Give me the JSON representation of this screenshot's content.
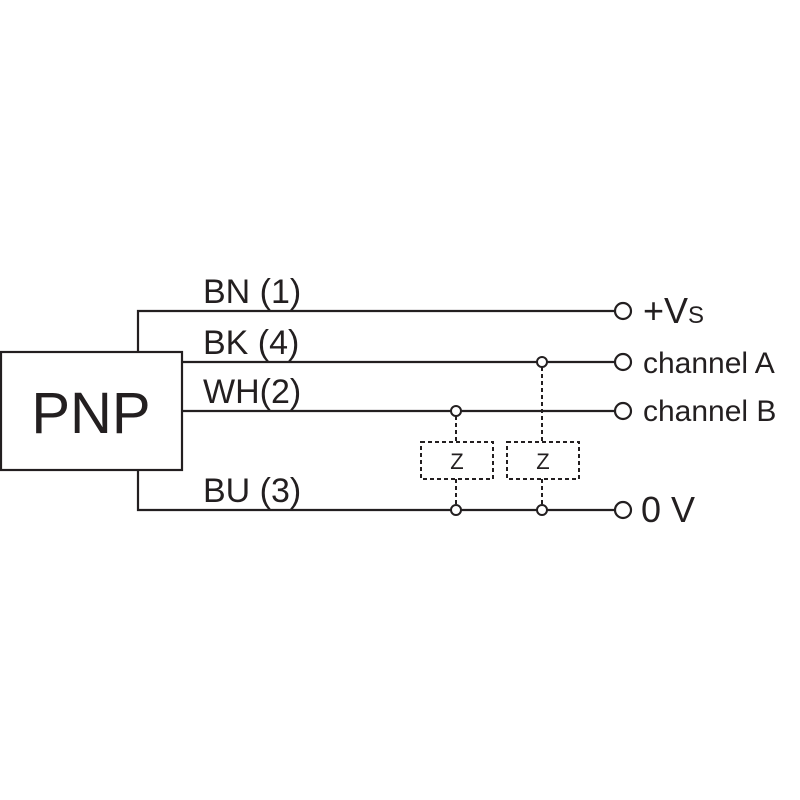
{
  "sensor": {
    "label": "PNP"
  },
  "wires": [
    {
      "id": "bn",
      "label": "BN (1)",
      "terminal": "+V",
      "terminal_sub": "S"
    },
    {
      "id": "bk",
      "label": "BK (4)",
      "terminal": "channel A"
    },
    {
      "id": "wh",
      "label": "WH(2)",
      "terminal": "channel B"
    },
    {
      "id": "bu",
      "label": "BU (3)",
      "terminal": "0 V"
    }
  ],
  "loads": [
    {
      "id": "load-b",
      "label": "Z"
    },
    {
      "id": "load-a",
      "label": "Z"
    }
  ],
  "colors": {
    "line": "#231f20",
    "background": "#ffffff"
  }
}
